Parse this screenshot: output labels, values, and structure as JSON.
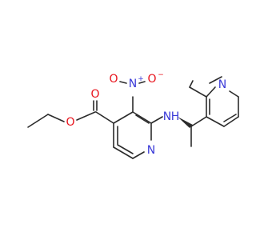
{
  "molecule": {
    "colors": {
      "bond": "#2b2b2b",
      "oxygen": "#e8121b",
      "nitrogen": "#3a3ad8",
      "background": "#ffffff"
    },
    "labels": {
      "ester_carbonyl_o": "O",
      "ester_ether_o": "O",
      "nitro_n": "N",
      "nitro_plus": "+",
      "nitro_o_left": "O",
      "nitro_o_right": "O",
      "nitro_minus": "−",
      "pyridine_n": "N",
      "amine_n": "N",
      "amine_h": "H",
      "pyridyl_n": "N"
    }
  }
}
